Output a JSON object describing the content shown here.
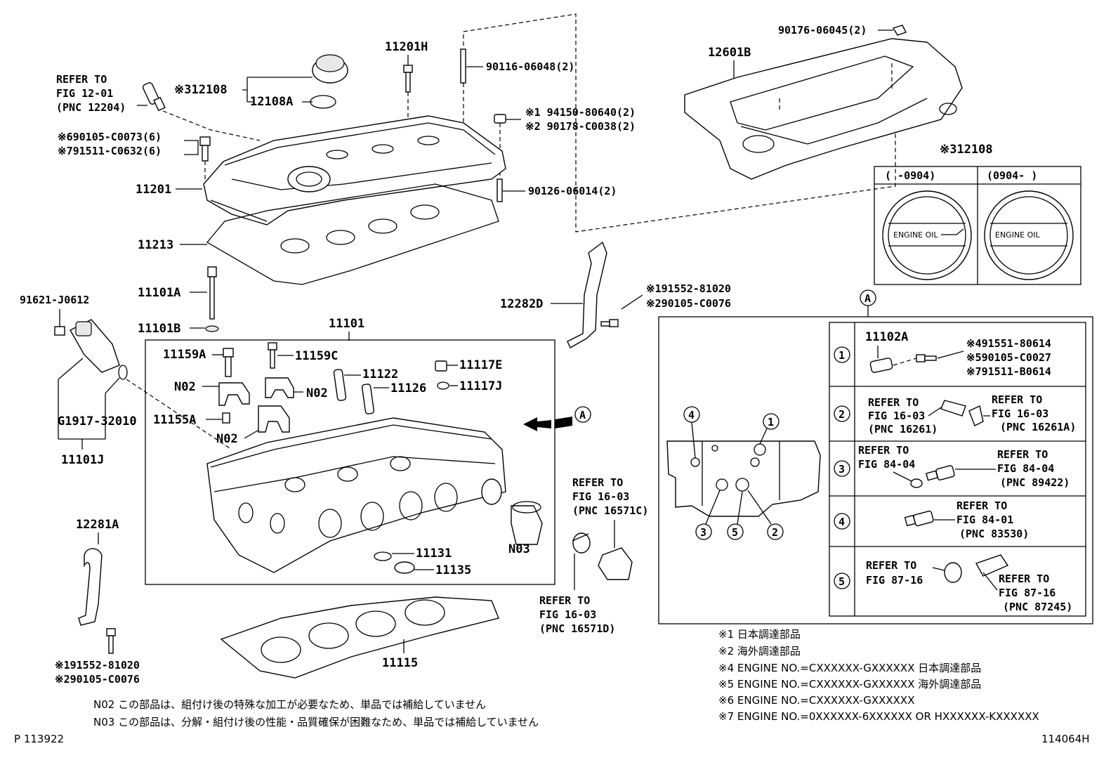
{
  "labels": {
    "refer_1201": [
      "REFER TO",
      "FIG 12-01",
      "(PNC 12204)"
    ],
    "p11201H": "11201H",
    "p90116": "90116-06048(2)",
    "p12108": "※312108",
    "p12108A": "12108A",
    "p90105_6": "※690105-C0073(6)",
    "p91511_7": "※791511-C0632(6)",
    "p94150": "※1 94150-80640(2)",
    "p90178": "※2 90178-C0038(2)",
    "p11201": "11201",
    "p90126": "90126-06014(2)",
    "p11213": "11213",
    "p11101A": "11101A",
    "p11101B": "11101B",
    "p11101": "11101",
    "p91621": "91621-J0612",
    "p11159A": "11159A",
    "p11159C": "11159C",
    "p11117E": "11117E",
    "p11122": "11122",
    "p11117J": "11117J",
    "p11126": "11126",
    "pN02a": "N02",
    "pN02b": "N02",
    "pN02c": "N02",
    "p11155A": "11155A",
    "pG1917": "G1917-32010",
    "p11101J": "11101J",
    "p12281A": "12281A",
    "p91552_a": "※191552-81020",
    "p90105_a": "※290105-C0076",
    "p11131": "11131",
    "p11135": "11135",
    "pN03": "N03",
    "p11115": "11115",
    "refer_16571C": [
      "REFER TO",
      "FIG 16-03",
      "(PNC 16571C)"
    ],
    "refer_16571D": [
      "REFER TO",
      "FIG 16-03",
      "(PNC 16571D)"
    ],
    "p90176": "90176-06045(2)",
    "p12601B": "12601B",
    "p12108_right": "※312108",
    "cap_range_1": "(      -0904)",
    "cap_range_2": "(0904-      )",
    "engine_oil": "ENGINE OIL",
    "p12282D": "12282D",
    "p91552_b": "※191552-81020",
    "p90105_b": "※290105-C0076",
    "callout_A": "A",
    "inset_A": "A",
    "d1_part": "11102A",
    "d1_a": "※491551-80614",
    "d1_b": "※590105-C0027",
    "d1_c": "※791511-B0614",
    "d2_left": [
      "REFER TO",
      "FIG 16-03",
      "(PNC 16261)"
    ],
    "d2_right": [
      "REFER TO",
      "FIG 16-03",
      "(PNC 16261A)"
    ],
    "d3_left": [
      "REFER TO",
      "FIG 84-04"
    ],
    "d3_right": [
      "REFER TO",
      "FIG 84-04",
      "(PNC 89422)"
    ],
    "d4": [
      "REFER TO",
      "FIG 84-01",
      "(PNC 83530)"
    ],
    "d5_left": [
      "REFER TO",
      "FIG 87-16"
    ],
    "d5_right": [
      "REFER TO",
      "FIG 87-16",
      "(PNC 87245)"
    ],
    "row_nums": [
      "1",
      "2",
      "3",
      "4",
      "5"
    ],
    "circ_nums": [
      "4",
      "1",
      "3",
      "5",
      "2"
    ]
  },
  "notes": [
    "※1 日本調達部品",
    "※2 海外調達部品",
    "※4 ENGINE NO.=CXXXXXX-GXXXXXX 日本調達部品",
    "※5 ENGINE NO.=CXXXXXX-GXXXXXX 海外調達部品",
    "※6 ENGINE NO.=CXXXXXX-GXXXXXX",
    "※7 ENGINE NO.=0XXXXXX-6XXXXXX OR HXXXXXX-KXXXXXX"
  ],
  "footnotes": [
    "N02 この部品は、組付け後の特殊な加工が必要なため、単品では補給していません",
    "N03 この部品は、分解・組付け後の性能・品質確保が困難なため、単品では補給していません"
  ],
  "page_code_left": "P 113922",
  "page_code_right": "114064H"
}
